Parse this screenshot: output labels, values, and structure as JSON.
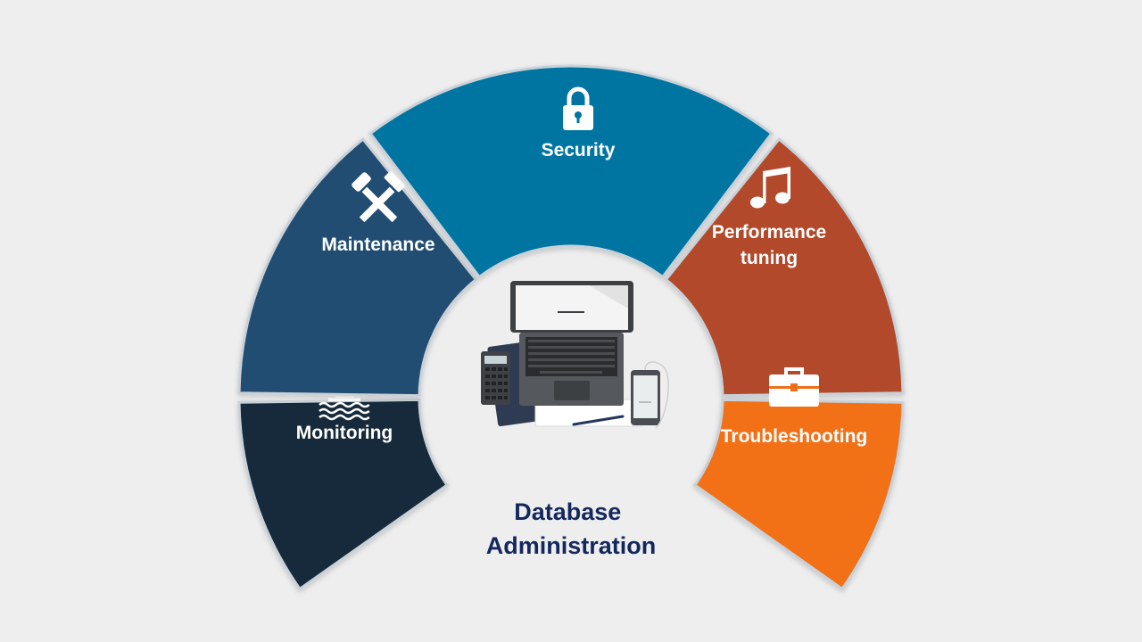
{
  "diagram": {
    "center_title": [
      "Database",
      "Administration"
    ],
    "segments": [
      {
        "label": [
          "Monitoring"
        ],
        "icon": "lighthouse-icon",
        "color": "#12293a"
      },
      {
        "label": [
          "Maintenance"
        ],
        "icon": "hammer-wrench-icon",
        "color": "#214e72"
      },
      {
        "label": [
          "Security"
        ],
        "icon": "lock-icon",
        "color": "#0174a2"
      },
      {
        "label": [
          "Performance",
          "tuning"
        ],
        "icon": "music-note-icon",
        "color": "#b24a2b"
      },
      {
        "label": [
          "Troubleshooting"
        ],
        "icon": "briefcase-icon",
        "color": "#f26f19"
      }
    ],
    "center_image": "laptop-workspace-illustration"
  }
}
